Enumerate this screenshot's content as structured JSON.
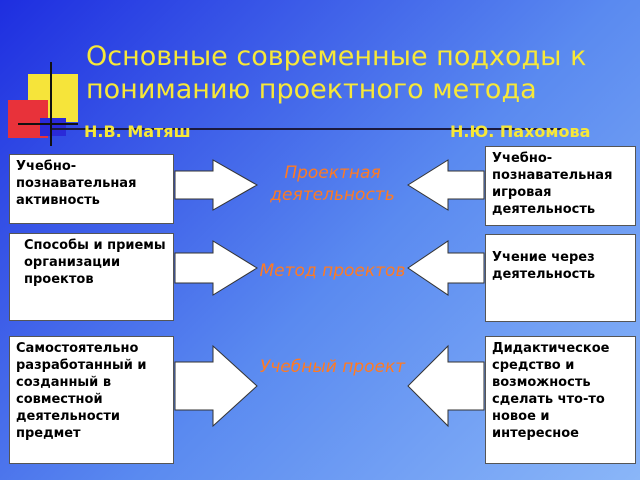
{
  "title": "Основные современные подходы к пониманию проектного метода",
  "authors": {
    "left": "Н.В. Матяш",
    "right": "Н.Ю. Пахомова"
  },
  "left_boxes": [
    "Учебно-познавательная активность",
    "Способы и приемы организации проектов",
    "Самостоятельно разработанный и созданный в совместной деятельности предмет"
  ],
  "center_labels": [
    "Проектная деятельность",
    "Метод проектов",
    "Учебный проект"
  ],
  "right_boxes": [
    "Учебно-познавательная игровая деятельность",
    "Учение через деятельность",
    "Дидактическое средство и возможность сделать что-то новое и интересное"
  ],
  "colors": {
    "title": "#f7e838",
    "center_text": "#ff7a22",
    "box_fill": "#ffffff",
    "arrow_fill": "#ffffff"
  }
}
